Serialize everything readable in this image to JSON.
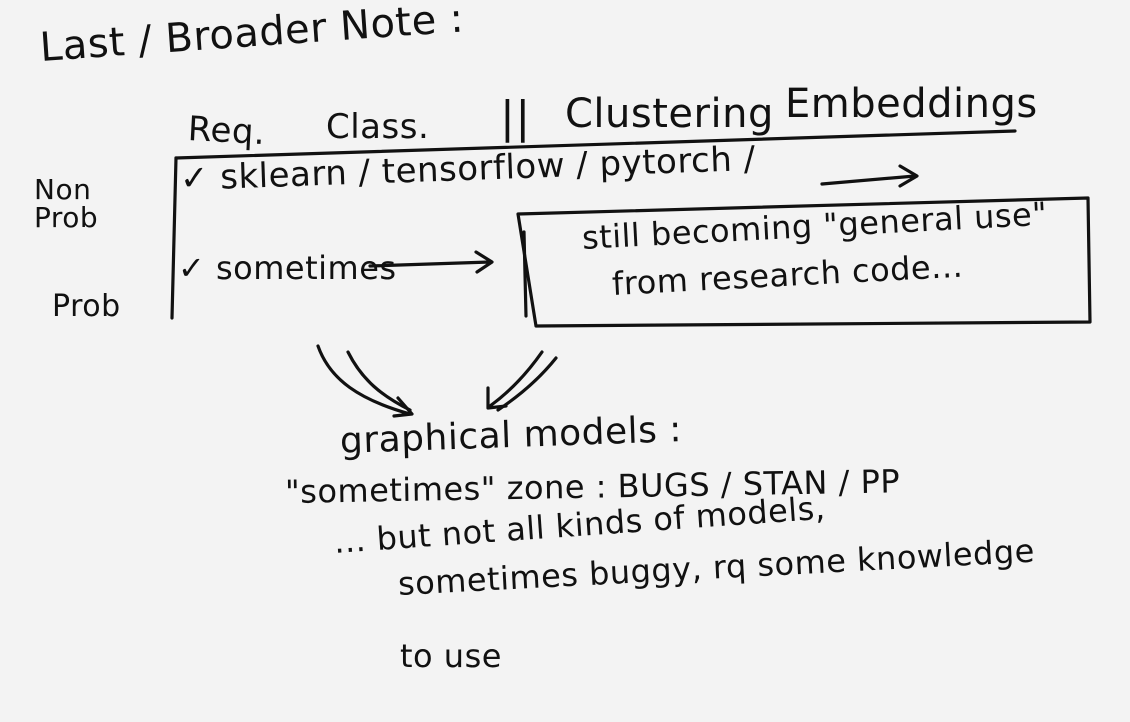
{
  "title": "Last / Broader Note :",
  "columns": {
    "req": "Req.",
    "class": "Class.",
    "separator": "||",
    "clustering": "Clustering",
    "embeddings": "Embeddings"
  },
  "rows": {
    "nonprob": "Non\nProb",
    "prob": "Prob"
  },
  "cells": {
    "nonprob": "✓ sklearn / tensorflow / pytorch /",
    "prob": "✓ sometimes"
  },
  "box": {
    "line1": "still becoming \"general use\"",
    "line2": "from research code..."
  },
  "graphical_models": {
    "title": "graphical models :",
    "line1": "\"sometimes\" zone :  BUGS / STAN / PP",
    "line2": "... but not all kinds of models,",
    "line3": "sometimes buggy, rq some knowledge",
    "line4": "to use"
  }
}
